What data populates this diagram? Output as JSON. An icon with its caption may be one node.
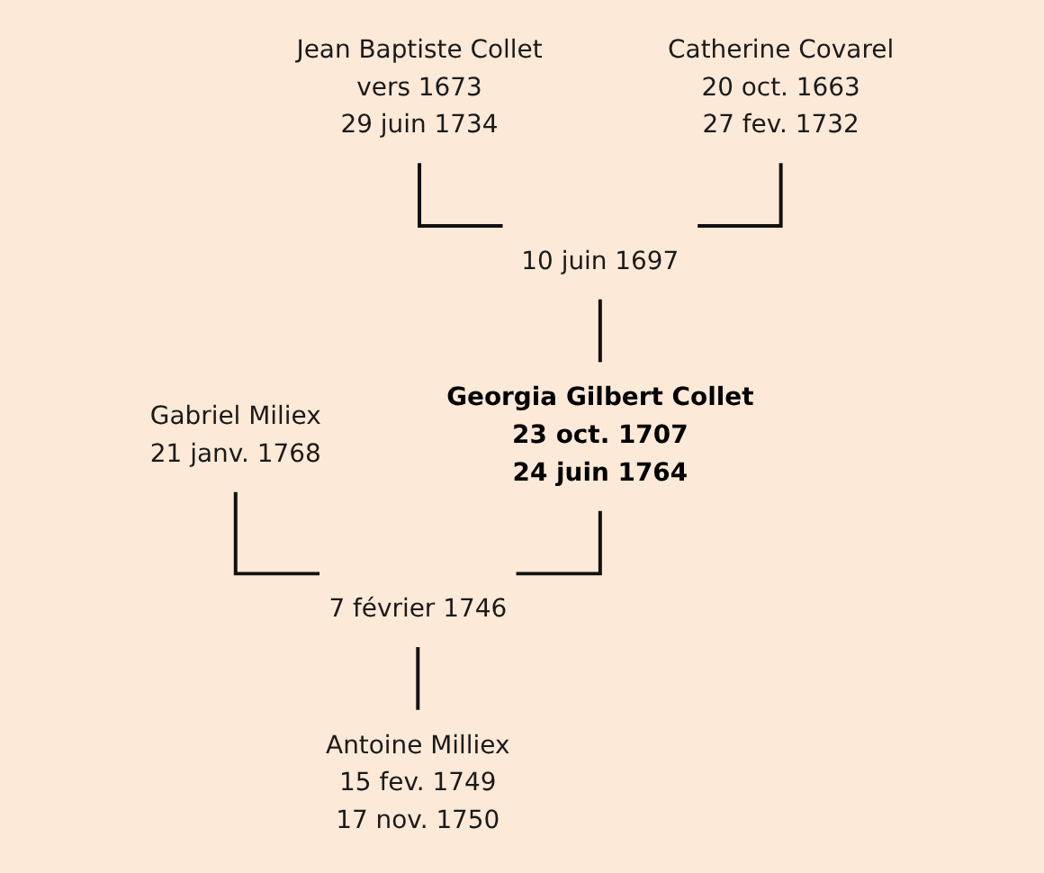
{
  "diagram": {
    "nodes": [
      {
        "text": [
          "Jean Baptiste Collet",
          "vers 1673",
          "29 juin 1734"
        ]
      },
      {
        "text": [
          "Catherine Covarel",
          "20 oct. 1663",
          "27 fev. 1732"
        ]
      },
      {
        "text": [
          "10 juin 1697"
        ]
      },
      {
        "text": [
          "Gabriel Miliex",
          "21 janv. 1768"
        ]
      },
      {
        "text": [
          "Georgia Gilbert Collet",
          "23 oct. 1707",
          "24 juin 1764"
        ]
      },
      {
        "text": [
          "7 février 1746"
        ]
      },
      {
        "text": [
          "Antoine Milliex",
          "15 fev. 1749",
          "17 nov. 1750"
        ]
      }
    ],
    "edges": [
      {
        "from": 0,
        "to": 2,
        "arrow": "none"
      },
      {
        "from": 1,
        "to": 2,
        "arrow": "none"
      },
      {
        "from": 2,
        "to": 4,
        "arrow": "none"
      },
      {
        "from": 3,
        "to": 5,
        "arrow": "none"
      },
      {
        "from": 4,
        "to": 5,
        "arrow": "none"
      },
      {
        "from": 5,
        "to": 6,
        "arrow": "none"
      }
    ]
  }
}
